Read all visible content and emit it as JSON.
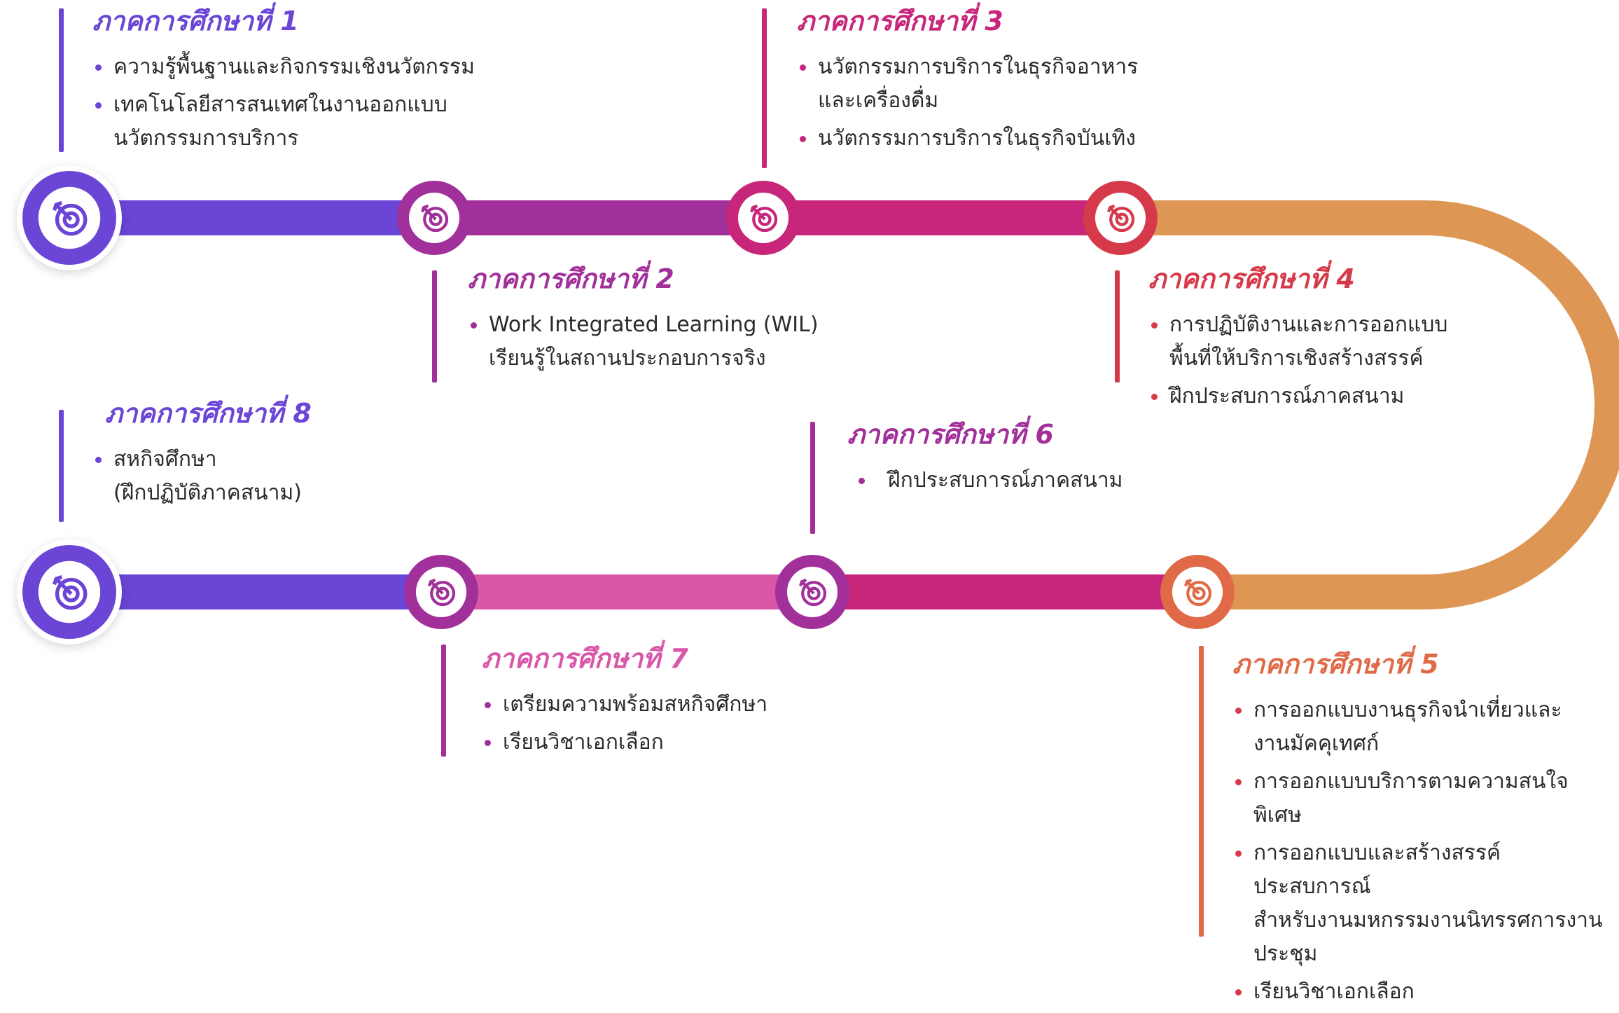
{
  "colors": {
    "purple": "#6a45d6",
    "violet": "#a2309a",
    "magenta": "#c8267a",
    "red": "#d63a4a",
    "orange": "#de9654",
    "coral": "#e06a48",
    "pink": "#d956a9",
    "text": "#2a2a2a"
  },
  "semesters": [
    {
      "title": "ภาคการศึกษาที่ 1",
      "items": [
        "ความรู้พื้นฐานและกิจกรรมเชิงนวัตกรรม",
        "เทคโนโลยีสารสนเทศในงานออกแบบ\nนวัตกรรมการบริการ"
      ]
    },
    {
      "title": "ภาคการศึกษาที่ 2",
      "items": [
        "Work Integrated Learning (WIL)\nเรียนรู้ในสถานประกอบการจริง"
      ]
    },
    {
      "title": "ภาคการศึกษาที่ 3",
      "items": [
        "นวัตกรรมการบริการในธุรกิจอาหาร\nและเครื่องดื่ม",
        "นวัตกรรมการบริการในธุรกิจบันเทิง"
      ]
    },
    {
      "title": "ภาคการศึกษาที่ 4",
      "items": [
        "การปฏิบัติงานและการออกแบบ\nพื้นที่ให้บริการเชิงสร้างสรรค์",
        "ฝึกประสบการณ์ภาคสนาม"
      ]
    },
    {
      "title": "ภาคการศึกษาที่ 5",
      "items": [
        "การออกแบบงานธุรกิจนำเที่ยวและ\nงานมัคคุเทศก์",
        "การออกแบบบริการตามความสนใจพิเศษ",
        "การออกแบบและสร้างสรรค์ประสบการณ์\nสำหรับงานมหกรรมงานนิทรรศการงาน\nประชุม",
        "เรียนวิชาเอกเลือก"
      ]
    },
    {
      "title": "ภาคการศึกษาที่ 6",
      "items": [
        "ฝึกประสบการณ์ภาคสนาม"
      ]
    },
    {
      "title": "ภาคการศึกษาที่ 7",
      "items": [
        "เตรียมความพร้อมสหกิจศึกษา",
        "เรียนวิชาเอกเลือก"
      ]
    },
    {
      "title": "ภาคการศึกษาที่ 8",
      "items": [
        "สหกิจศึกษา\n(ฝึกปฏิบัติภาคสนาม)"
      ]
    }
  ],
  "icons": {
    "node_icon": "target-arrow-icon"
  }
}
